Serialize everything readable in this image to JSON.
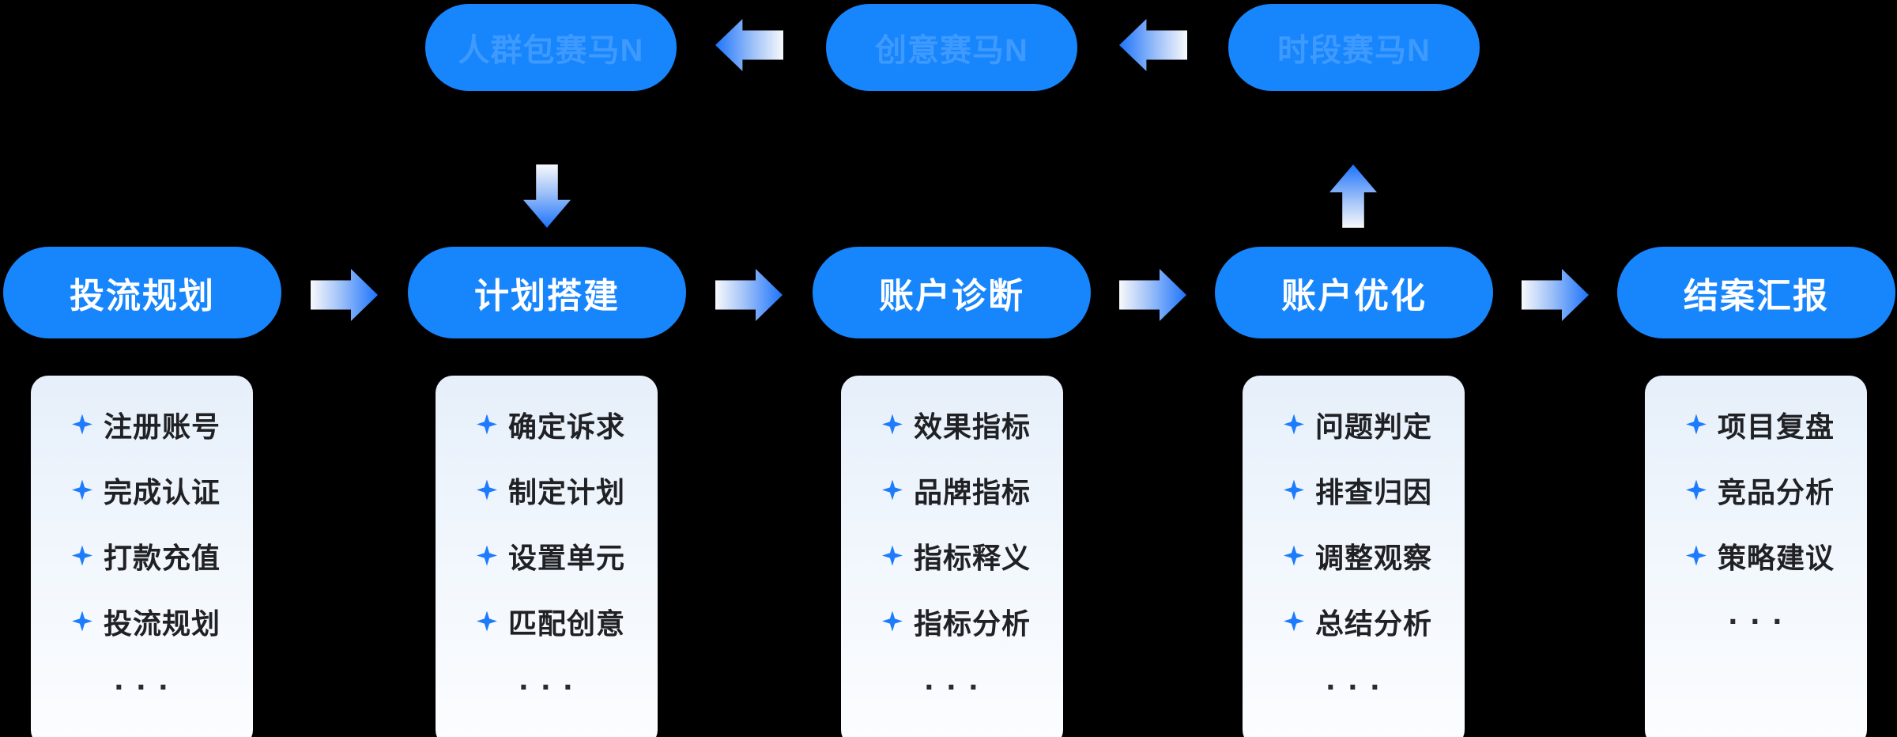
{
  "colors": {
    "background": "#000000",
    "pill_blue": "#1785FC",
    "top_pill_text": "#3E9AFF",
    "main_pill_text": "#FFFFFF",
    "card_text": "#202124",
    "bullet_blue": "#1D7BFC",
    "arrow_gradient_light": "#F8F9FB",
    "arrow_gradient_blue": "#1D74FB",
    "card_bg_top": "#E6EFFA",
    "card_bg_bottom": "#FCFDFF"
  },
  "top_row": {
    "nodes": [
      {
        "label": "人群包赛马N"
      },
      {
        "label": "创意赛马N"
      },
      {
        "label": "时段赛马N"
      }
    ]
  },
  "stages": [
    {
      "title": "投流规划",
      "items": [
        "注册账号",
        "完成认证",
        "打款充值",
        "投流规划"
      ],
      "more": "···"
    },
    {
      "title": "计划搭建",
      "items": [
        "确定诉求",
        "制定计划",
        "设置单元",
        "匹配创意"
      ],
      "more": "···"
    },
    {
      "title": "账户诊断",
      "items": [
        "效果指标",
        "品牌指标",
        "指标释义",
        "指标分析"
      ],
      "more": "···"
    },
    {
      "title": "账户优化",
      "items": [
        "问题判定",
        "排查归因",
        "调整观察",
        "总结分析"
      ],
      "more": "···"
    },
    {
      "title": "结案汇报",
      "items": [
        "项目复盘",
        "竞品分析",
        "策略建议"
      ],
      "more": "···"
    }
  ]
}
